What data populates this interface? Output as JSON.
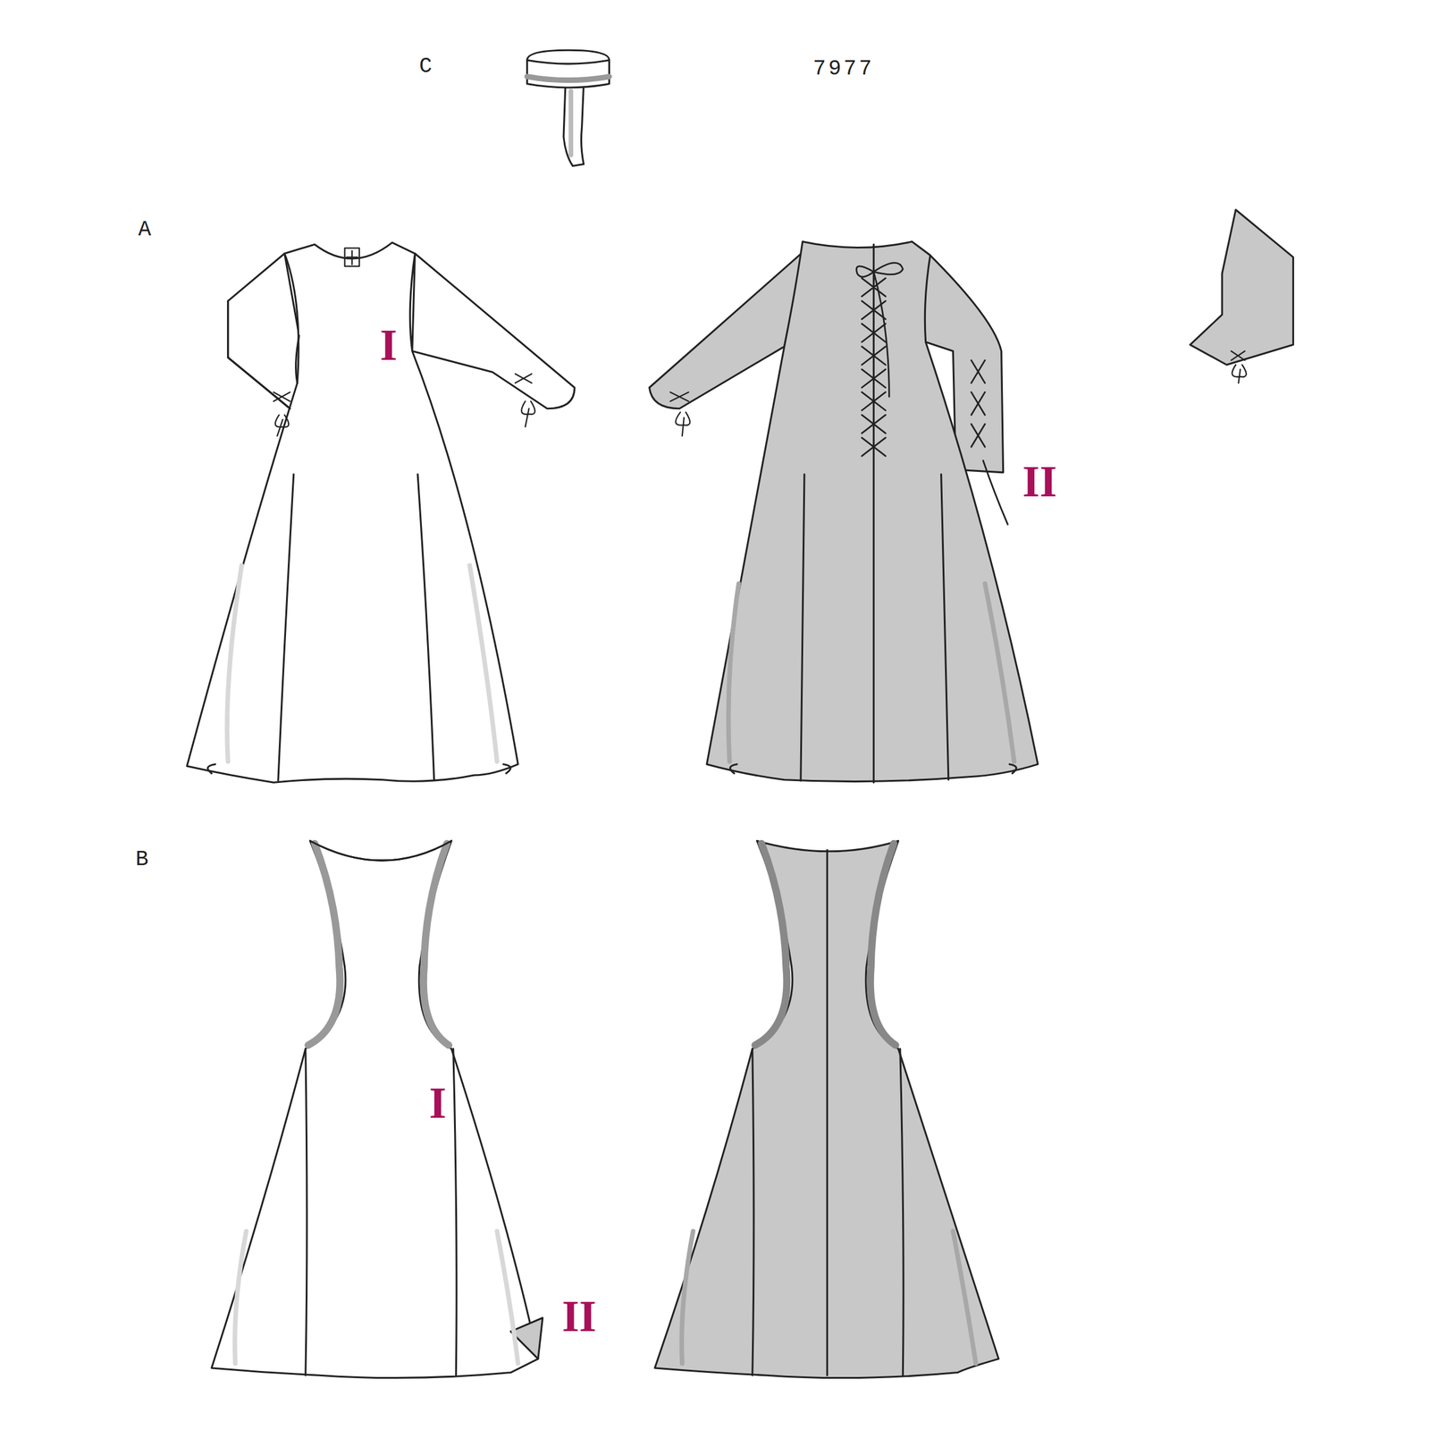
{
  "diagram": {
    "labels": [
      "C",
      "7977",
      "A",
      "I",
      "II",
      "B",
      "I",
      "II"
    ]
  }
}
